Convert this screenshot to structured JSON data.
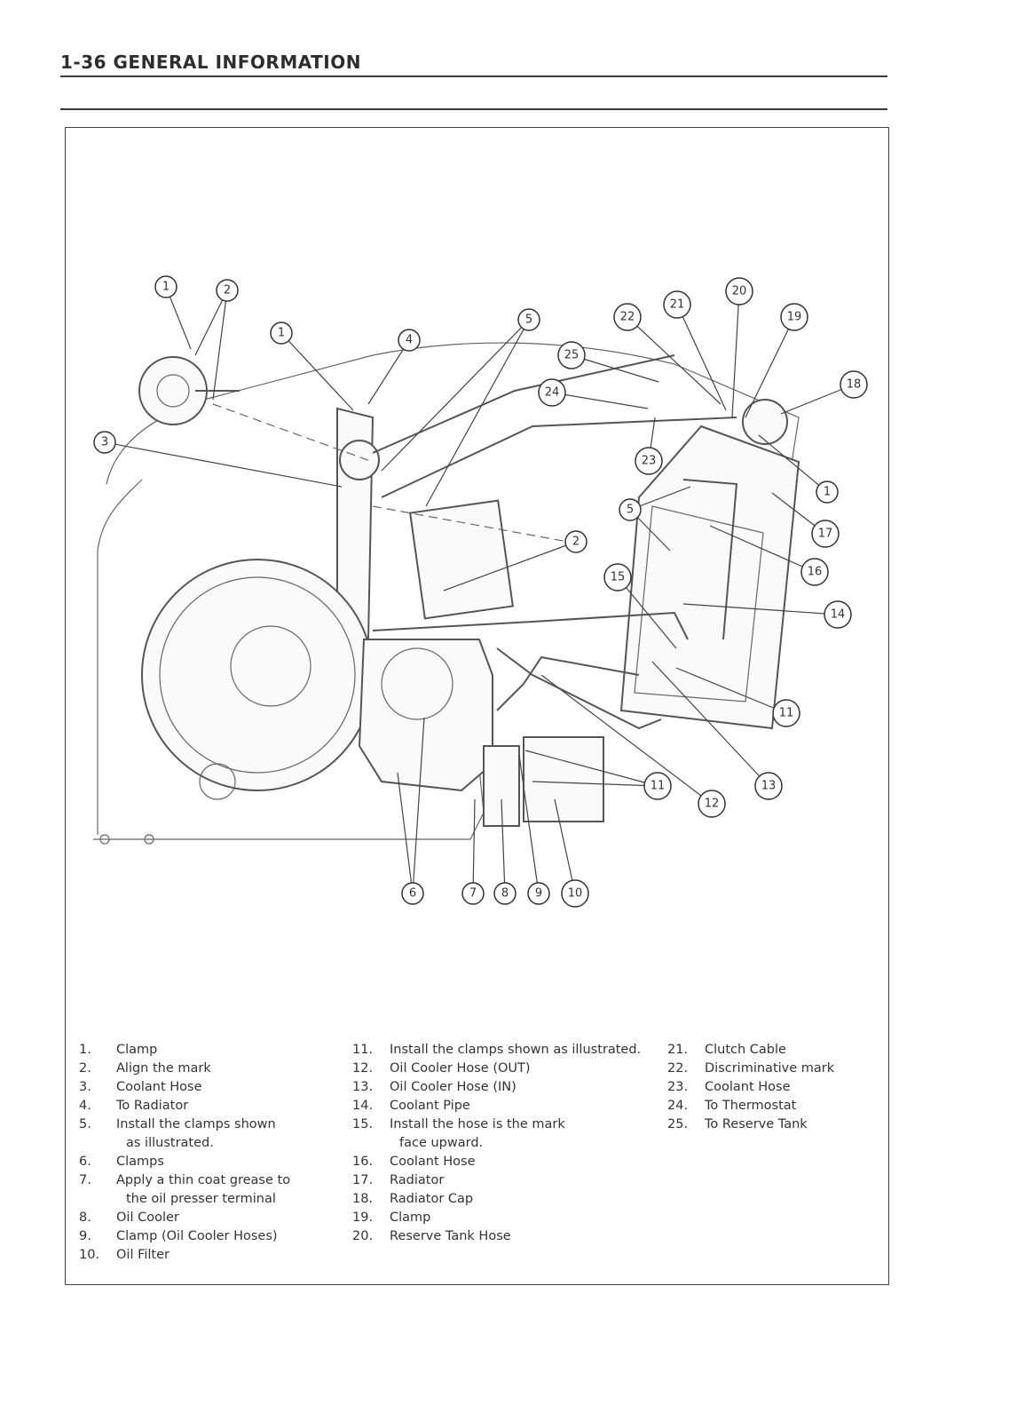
{
  "header": {
    "page_title": "1-36 GENERAL INFORMATION"
  },
  "diagram": {
    "callouts": [
      "1",
      "2",
      "1",
      "3",
      "4",
      "5",
      "22",
      "21",
      "20",
      "19",
      "18",
      "25",
      "24",
      "23",
      "1",
      "17",
      "5",
      "16",
      "2",
      "15",
      "14",
      "11",
      "13",
      "12",
      "11",
      "6",
      "7",
      "8",
      "9",
      "10"
    ]
  },
  "legend": {
    "column1": [
      {
        "num": "1.",
        "text": "Clamp"
      },
      {
        "num": "2.",
        "text": "Align the mark"
      },
      {
        "num": "3.",
        "text": "Coolant Hose"
      },
      {
        "num": "4.",
        "text": "To Radiator"
      },
      {
        "num": "5.",
        "text": "Install the clamps shown",
        "cont": "as illustrated."
      },
      {
        "num": "6.",
        "text": "Clamps"
      },
      {
        "num": "7.",
        "text": "Apply a thin coat grease to",
        "cont": "the oil presser terminal"
      },
      {
        "num": "8.",
        "text": "Oil Cooler"
      },
      {
        "num": "9.",
        "text": "Clamp (Oil Cooler Hoses)"
      },
      {
        "num": "10.",
        "text": "Oil Filter"
      }
    ],
    "column2": [
      {
        "num": "11.",
        "text": "Install the clamps shown as illustrated."
      },
      {
        "num": "12.",
        "text": "Oil Cooler Hose (OUT)"
      },
      {
        "num": "13.",
        "text": "Oil Cooler Hose (IN)"
      },
      {
        "num": "14.",
        "text": "Coolant Pipe"
      },
      {
        "num": "15.",
        "text": "Install the hose is the mark",
        "cont": "face upward."
      },
      {
        "num": "16.",
        "text": "Coolant Hose"
      },
      {
        "num": "17.",
        "text": "Radiator"
      },
      {
        "num": "18.",
        "text": "Radiator Cap"
      },
      {
        "num": "19.",
        "text": "Clamp"
      },
      {
        "num": "20.",
        "text": "Reserve Tank Hose"
      }
    ],
    "column3": [
      {
        "num": "21.",
        "text": "Clutch Cable"
      },
      {
        "num": "22.",
        "text": "Discriminative mark"
      },
      {
        "num": "23.",
        "text": "Coolant Hose"
      },
      {
        "num": "24.",
        "text": "To Thermostat"
      },
      {
        "num": "25.",
        "text": "To Reserve Tank"
      }
    ]
  }
}
